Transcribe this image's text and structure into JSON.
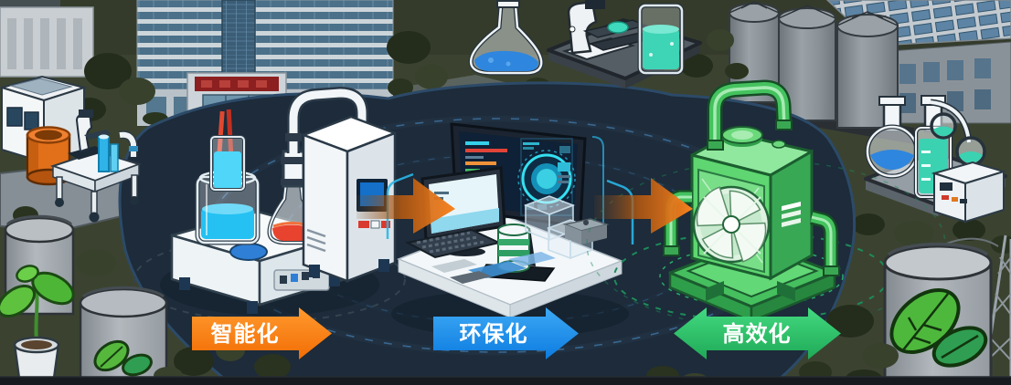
{
  "illustration": {
    "description_labels": {
      "stage1": "智能化",
      "stage2": "环保化",
      "stage3": "高效化"
    }
  },
  "stages": {
    "stage1": {
      "label": "智能化",
      "arrow_color": "#f26f0d",
      "arrow_direction": "right"
    },
    "stage2": {
      "label": "环保化",
      "arrow_color": "#1e90f0",
      "arrow_direction": "right"
    },
    "stage3": {
      "label": "高效化",
      "arrow_color": "#2ecc71",
      "arrow_direction": "both"
    }
  },
  "colors": {
    "ground": "#3b4330",
    "pond": "#1d2b3a",
    "arrow_orange": "#f26f0d",
    "arrow_blue": "#1e90f0",
    "arrow_green": "#2ecc71",
    "green_machine": "#5fd671",
    "building_sign_red": "#8c1f1f",
    "liquid_cyan": "#25c1f2",
    "liquid_teal": "#3ed4b6",
    "liquid_blue": "#2e86de",
    "liquid_red": "#e8432e"
  },
  "landmarks": [
    "office-building",
    "side-building",
    "equipment-cabinet",
    "orange-drum",
    "laboratory-cart",
    "blue-flask",
    "microscope-station",
    "storage-silos",
    "factory-building",
    "glassware-station",
    "pond-plaza",
    "left-lab-station",
    "center-monitoring-station",
    "green-machine-station",
    "storage-tanks-with-leaf",
    "potted-plant",
    "lattice-tower"
  ]
}
